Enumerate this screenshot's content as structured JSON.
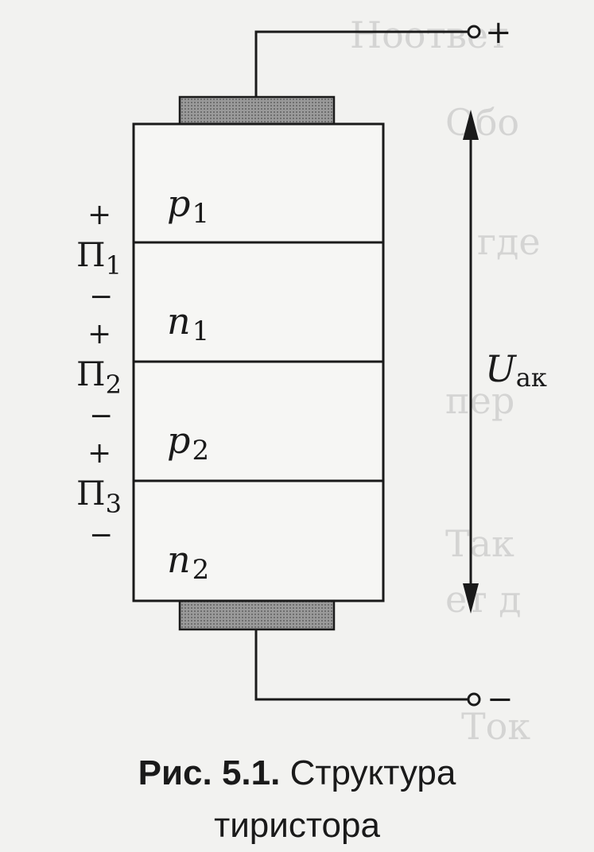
{
  "diagram": {
    "layers": [
      {
        "base": "p",
        "sub": "1"
      },
      {
        "base": "n",
        "sub": "1"
      },
      {
        "base": "p",
        "sub": "2"
      },
      {
        "base": "n",
        "sub": "2"
      }
    ],
    "junctions": [
      {
        "base": "П",
        "sub": "1",
        "plus": "+",
        "minus": "−"
      },
      {
        "base": "П",
        "sub": "2",
        "plus": "+",
        "minus": "−"
      },
      {
        "base": "П",
        "sub": "3",
        "plus": "+",
        "minus": "−"
      }
    ],
    "terminal_top_sign": "+",
    "terminal_bottom_sign": "−",
    "voltage": {
      "base": "U",
      "sub": "ак"
    }
  },
  "caption": {
    "number": "Рис. 5.1.",
    "text_line1": "Структура",
    "text_line2": "тиристора"
  },
  "colors": {
    "ink": "#1a1a1a",
    "contact": "#8c8c8c",
    "paper": "#f2f2f0"
  }
}
